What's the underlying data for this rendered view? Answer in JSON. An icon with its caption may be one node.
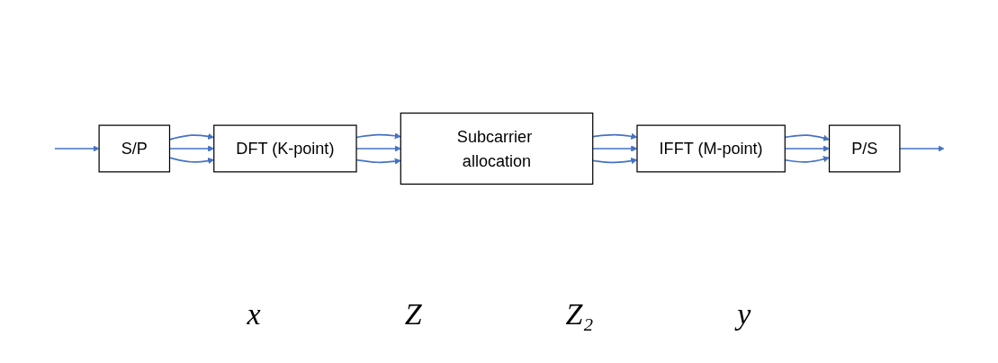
{
  "diagram": {
    "nodes": [
      {
        "text": [
          "S/P"
        ]
      },
      {
        "text": [
          "DFT (K-point)"
        ]
      },
      {
        "text": [
          "Subcarrier allocation"
        ]
      },
      {
        "text": [
          "IFFT (M-point)"
        ]
      },
      {
        "text": [
          "P/S"
        ]
      }
    ],
    "edges": [
      {
        "from": null,
        "to": 0,
        "arrow": "to"
      },
      {
        "from": 0,
        "to": 1,
        "arrow": "to"
      },
      {
        "from": 0,
        "to": 1,
        "arrow": "to"
      },
      {
        "from": 0,
        "to": 1,
        "arrow": "to"
      },
      {
        "from": 1,
        "to": 2,
        "arrow": "to"
      },
      {
        "from": 1,
        "to": 2,
        "arrow": "to"
      },
      {
        "from": 1,
        "to": 2,
        "arrow": "to"
      },
      {
        "from": 2,
        "to": 3,
        "arrow": "to"
      },
      {
        "from": 2,
        "to": 3,
        "arrow": "to"
      },
      {
        "from": 2,
        "to": 3,
        "arrow": "to"
      },
      {
        "from": 3,
        "to": 4,
        "arrow": "to"
      },
      {
        "from": 3,
        "to": 4,
        "arrow": "to"
      },
      {
        "from": 3,
        "to": 4,
        "arrow": "to"
      },
      {
        "from": 4,
        "to": null,
        "arrow": "to"
      }
    ],
    "labels": [
      "x",
      "Z",
      "Z₂",
      "y"
    ]
  }
}
